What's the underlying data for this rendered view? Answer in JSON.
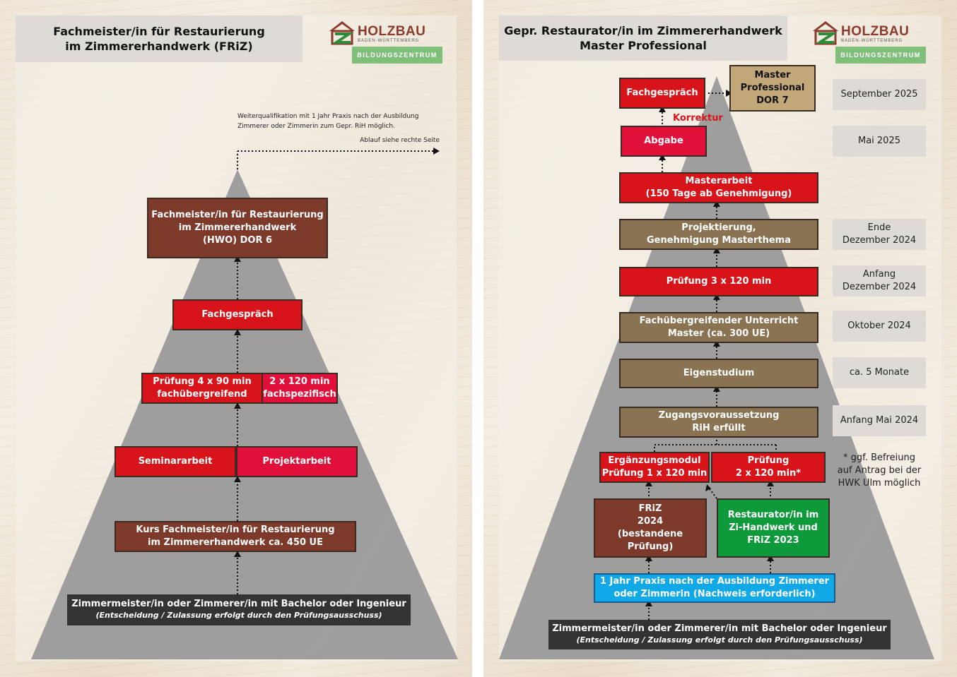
{
  "colors": {
    "red": "#d7141a",
    "brown": "#7d3a2a",
    "tan": "#8a7352",
    "gold": "#c2a878",
    "green": "#0e9a3a",
    "blue": "#10a8e6",
    "dark": "#333333",
    "pyramid": "#9a9a9a"
  },
  "logo": {
    "word": "HOLZBAU",
    "sub": "BADEN-WÜRTTEMBERG",
    "band": "BILDUNGSZENTRUM"
  },
  "left": {
    "title": "Fachmeister/in für Restaurierung\nim Zimmererhandwerk (FRiZ)",
    "note_line1": "Weiterqualifikation mit 1 Jahr Praxis nach der Ausbildung",
    "note_line2": "Zimmerer oder Zimmerin zum Gepr. RiH möglich.",
    "note_line3": "Ablauf siehe rechte Seite",
    "box_top": "Fachmeister/in für Restaurierung\nim Zimmererhandwerk\n(HWO) DOR 6",
    "box_fachgespraech": "Fachgespräch",
    "box_pruefung_a": "Prüfung 4 x 90 min\nfachübergreifend",
    "box_pruefung_b": "2 x 120 min\nfachspezifisch",
    "box_seminar": "Seminararbeit",
    "box_projekt": "Projektarbeit",
    "box_kurs": "Kurs Fachmeister/in für Restaurierung\nim Zimmererhandwerk ca. 450 UE",
    "base_main": "Zimmermeister/in oder Zimmerer/in mit Bachelor oder Ingenieur",
    "base_sub": "(Entscheidung / Zulassung erfolgt durch den Prüfungsausschuss)"
  },
  "right": {
    "title": "Gepr. Restaurator/in im Zimmererhandwerk\nMaster Professional",
    "box_master": "Master\nProfessional\nDOR 7",
    "box_fachgespraech": "Fachgespräch",
    "korrektur": "Korrektur",
    "box_abgabe": "Abgabe",
    "box_masterarbeit": "Masterarbeit\n(150 Tage ab Genehmigung)",
    "box_projektierung": "Projektierung,\nGenehmigung Masterthema",
    "box_pruefung3": "Prüfung 3 x 120 min",
    "box_unterricht": "Fachübergreifender Unterricht\nMaster (ca. 300 UE)",
    "box_eigenstudium": "Eigenstudium",
    "box_zugang": "Zugangsvoraussetzung\nRiH erfüllt",
    "box_ergaenzung": "Ergänzungsmodul\nPrüfung 1 x 120 min",
    "box_pruefung2": "Prüfung\n2 x 120 min*",
    "box_friz": "FRiZ\n2024\n(bestandene Prüfung)",
    "box_restaurator": "Restaurator/in im\nZi-Handwerk und\nFRiZ 2023",
    "box_praxis": "1 Jahr Praxis nach der Ausbildung Zimmerer\noder Zimmerin (Nachweis erforderlich)",
    "base_main": "Zimmermeister/in oder Zimmerer/in mit Bachelor oder Ingenieur",
    "base_sub": "(Entscheidung / Zulassung erfolgt durch den Prüfungsausschuss)",
    "dates": [
      "September 2025",
      "Mai 2025",
      "Ende\nDezember 2024",
      "Anfang\nDezember 2024",
      "Oktober 2024",
      "ca. 5 Monate",
      "Anfang Mai 2024"
    ],
    "footnote": "* ggf. Befreiung\nauf Antrag bei der\nHWK Ulm möglich"
  }
}
